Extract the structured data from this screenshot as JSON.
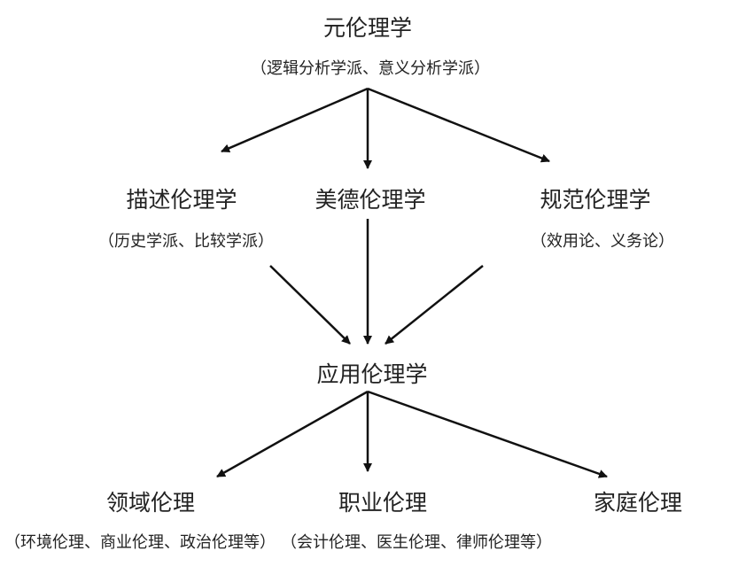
{
  "nodes": {
    "meta": {
      "title": "元伦理学",
      "sub": "（逻辑分析学派、意义分析学派）"
    },
    "descriptive": {
      "title": "描述伦理学",
      "sub": "（历史学派、比较学派）"
    },
    "virtue": {
      "title": "美德伦理学"
    },
    "normative": {
      "title": "规范伦理学",
      "sub": "（效用论、义务论）"
    },
    "applied": {
      "title": "应用伦理学"
    },
    "domain": {
      "title": "领域伦理",
      "sub": "（环境伦理、商业伦理、政治伦理等）"
    },
    "professional": {
      "title": "职业伦理",
      "sub": "（会计伦理、医生伦理、律师伦理等）"
    },
    "family": {
      "title": "家庭伦理"
    }
  },
  "edges": [
    [
      "meta",
      "descriptive"
    ],
    [
      "meta",
      "virtue"
    ],
    [
      "meta",
      "normative"
    ],
    [
      "descriptive",
      "applied"
    ],
    [
      "virtue",
      "applied"
    ],
    [
      "normative",
      "applied"
    ],
    [
      "applied",
      "domain"
    ],
    [
      "applied",
      "professional"
    ],
    [
      "applied",
      "family"
    ]
  ]
}
